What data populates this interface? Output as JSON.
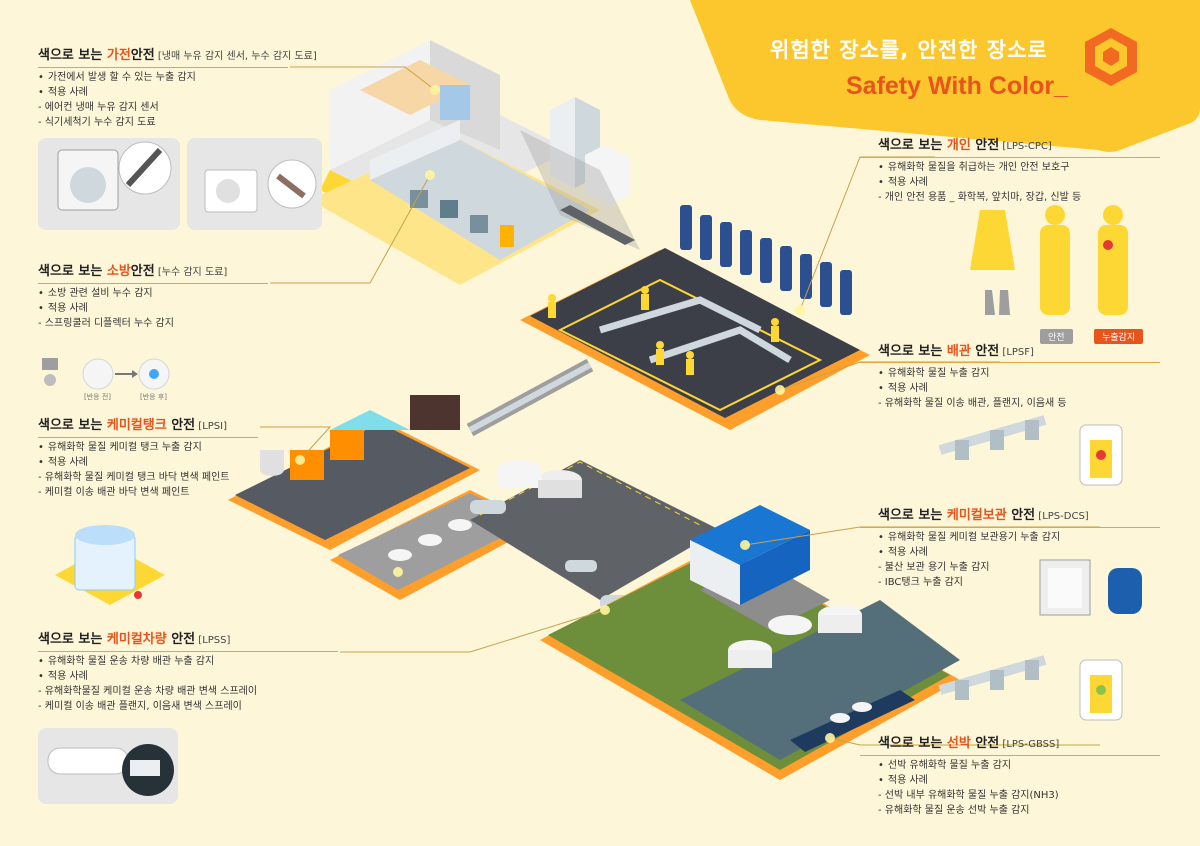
{
  "header": {
    "title": "위험한 장소를, 안전한 장소로",
    "subtitle": "Safety With Color_"
  },
  "sections": {
    "appliance": {
      "prefix": "색으로 보는 ",
      "highlight": "가전",
      "suffix": "안전",
      "code": " [냉매 누유 감지 센서, 누수 감지 도료]",
      "items": [
        "가전에서 발생 할 수 있는 누출 감지",
        "적용 사례",
        "에어컨 냉매 누유 감지 센서",
        "식기세척기 누수 감지 도료"
      ]
    },
    "fire": {
      "prefix": "색으로 보는 ",
      "highlight": "소방",
      "suffix": "안전",
      "code": " [누수 감지 도료]",
      "items": [
        "소방 관련 설비 누수 감지",
        "적용 사례",
        "스프링쿨러 디플렉터 누수 감지"
      ],
      "before_label": "[반응 전]",
      "after_label": "[반응 후]"
    },
    "tank": {
      "prefix": "색으로 보는 ",
      "highlight": "케미컬탱크",
      "suffix": " 안전",
      "code": " [LPSI]",
      "items": [
        "유해화학 물질 케미컬 탱크 누출 감지",
        "적용 사례",
        "유해화학 물질 케미컬 탱크 바닥 변색 페인트",
        "케미컬 이송 배관 바닥 변색 페인트"
      ]
    },
    "vehicle": {
      "prefix": "색으로 보는 ",
      "highlight": "케미컬차량",
      "suffix": " 안전",
      "code": " [LPSS]",
      "items": [
        "유해화학 물질 운송 차량 배관 누출 감지",
        "적용 사례",
        "유해화학물질 케미컬 운송 차량 배관 변색 스프레이",
        "케미컬 이송 배관 플랜지, 이음새 변색 스프레이"
      ]
    },
    "personal": {
      "prefix": "색으로 보는 ",
      "highlight": "개인",
      "suffix": " 안전",
      "code": " [LPS-CPC]",
      "items": [
        "유해화학 물질을 취급하는 개인 안전 보호구",
        "적용 사례",
        "개인 안전 용품 _ 화학복, 앞치마, 장갑, 신발 등"
      ],
      "safe_label": "안전",
      "leak_label": "누출감지"
    },
    "pipe": {
      "prefix": "색으로 보는 ",
      "highlight": "배관",
      "suffix": " 안전",
      "code": " [LPSF]",
      "items": [
        "유해화학 물질 누출 감지",
        "적용 사례",
        "유해화학 물질 이송 배관, 플랜지, 이음새 등"
      ]
    },
    "storage": {
      "prefix": "색으로 보는 ",
      "highlight": "케미컬보관",
      "suffix": " 안전",
      "code": " [LPS-DCS]",
      "items": [
        "유해화학 물질 케미컬 보관용기 누출 감지",
        "적용 사례",
        "불산 보관 용기 누출 감지",
        "IBC탱크 누출 감지"
      ]
    },
    "ship": {
      "prefix": "색으로 보는 ",
      "highlight": "선박",
      "suffix": " 안전",
      "code": " [LPS-GBSS]",
      "items": [
        "선박 유해화학 물질 누출 감지",
        "적용 사례",
        "선박 내부 유해화학 물질 누출 감지(NH3)",
        "유해화학 물질 운송 선박 누출 감지"
      ]
    }
  },
  "colors": {
    "accent": "#e8541c",
    "yellow": "#fdd835",
    "banner": "#fcc72d",
    "background": "#fef6d8",
    "dark_ground": "#3c3f47"
  }
}
